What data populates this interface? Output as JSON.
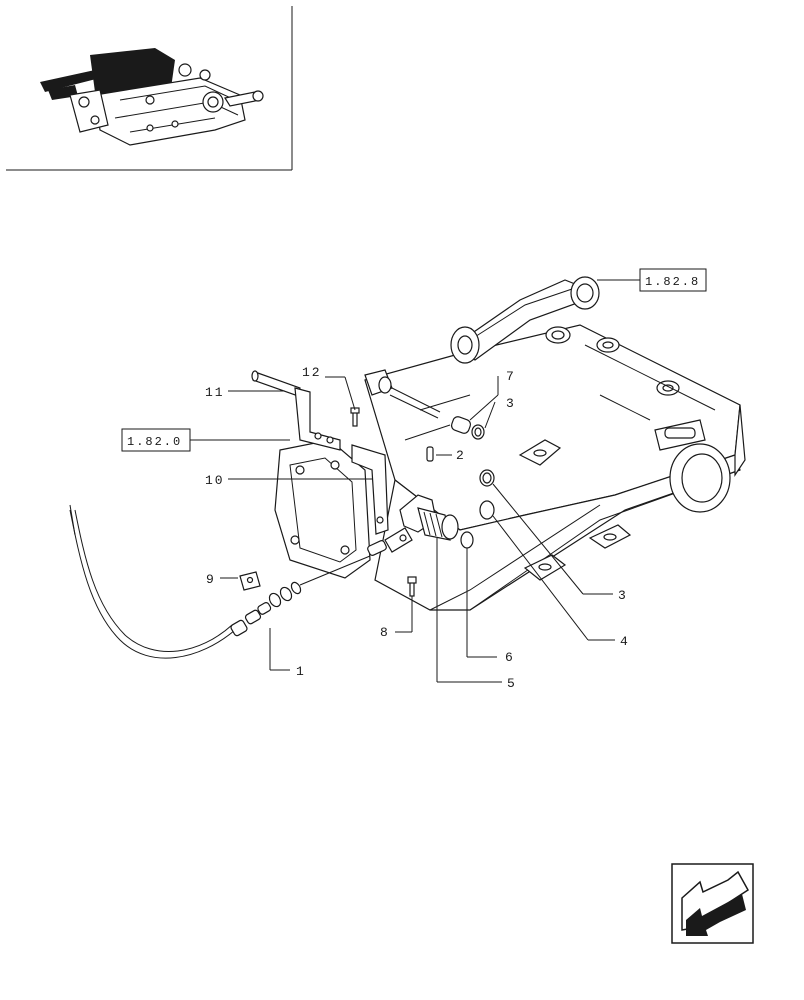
{
  "reference_boxes": {
    "ref_top": "1.82.8",
    "ref_left": "1.82.0"
  },
  "callouts": {
    "c1": "1",
    "c2": "2",
    "c3a": "3",
    "c3b": "3",
    "c4": "4",
    "c5": "5",
    "c6": "6",
    "c7": "7",
    "c8": "8",
    "c9": "9",
    "c10": "10",
    "c11": "11",
    "c12": "12"
  },
  "icons": {
    "thumbnail": "lift-housing-thumbnail-icon",
    "nav_arrow": "back-arrow-icon"
  }
}
